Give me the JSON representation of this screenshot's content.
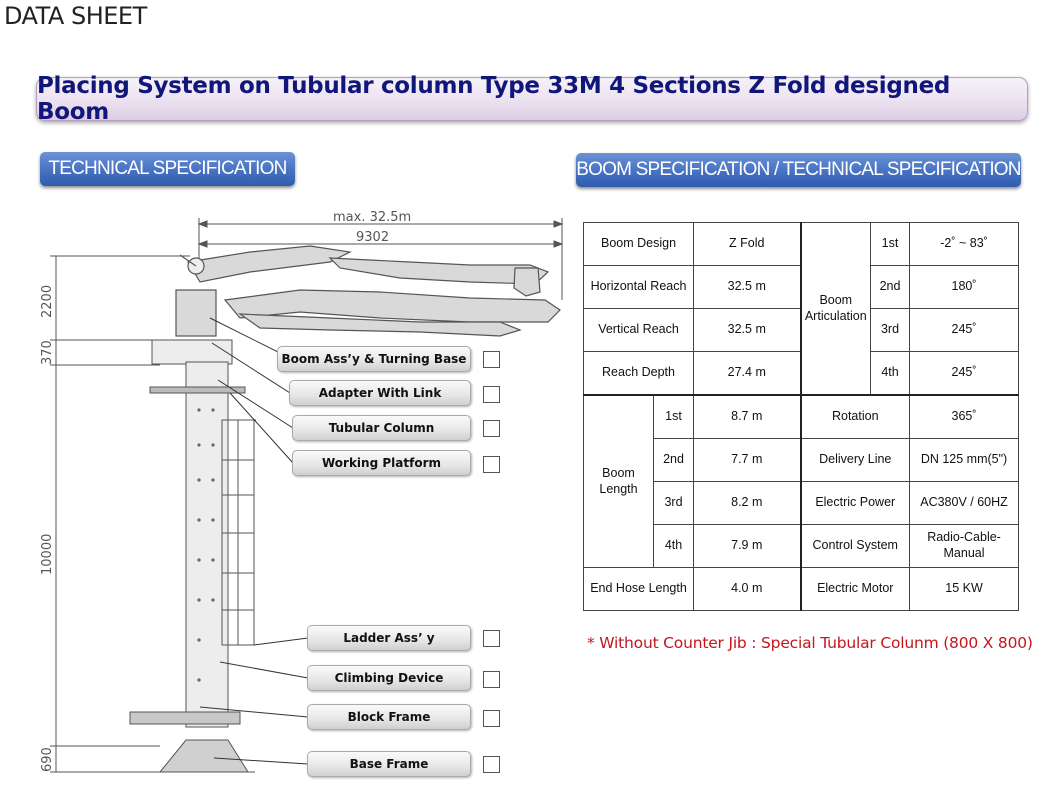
{
  "page_heading": "DATA SHEET",
  "title": "Placing System on Tubular column Type 33M 4 Sections Z Fold designed Boom",
  "tabs": {
    "technical": "TECHNICAL SPECIFICATION",
    "boom": "BOOM SPECIFICATION / TECHNICAL SPECIFICATION"
  },
  "drawing": {
    "dims": {
      "max_reach": "max. 32.5m",
      "width": "9302",
      "h_top": "2200",
      "h_turn": "370",
      "h_column": "10000",
      "h_base": "690"
    },
    "labels": [
      "Boom Ass’y & Turning Base",
      "Adapter With Link",
      "Tubular Column",
      "Working Platform",
      "Ladder Ass’ y",
      "Climbing Device",
      "Block Frame",
      "Base Frame"
    ]
  },
  "table": {
    "left": [
      {
        "label": "Boom Design",
        "value": "Z Fold"
      },
      {
        "label": "Horizontal Reach",
        "value": "32.5 m"
      },
      {
        "label": "Vertical Reach",
        "value": "32.5 m"
      },
      {
        "label": "Reach Depth",
        "value": "27.4 m"
      }
    ],
    "boom_articulation": {
      "label": "Boom Articulation",
      "rows": [
        {
          "section": "1st",
          "value": "-2˚ ~ 83˚"
        },
        {
          "section": "2nd",
          "value": "180˚"
        },
        {
          "section": "3rd",
          "value": "245˚"
        },
        {
          "section": "4th",
          "value": "245˚"
        }
      ]
    },
    "boom_length": {
      "label": "Boom Length",
      "rows": [
        {
          "section": "1st",
          "value": "8.7 m"
        },
        {
          "section": "2nd",
          "value": "7.7 m"
        },
        {
          "section": "3rd",
          "value": "8.2 m"
        },
        {
          "section": "4th",
          "value": "7.9 m"
        }
      ]
    },
    "right": [
      {
        "label": "Rotation",
        "value": "365˚"
      },
      {
        "label": "Delivery Line",
        "value": "DN 125 mm(5\")"
      },
      {
        "label": "Electric Power",
        "value": "AC380V / 60HZ"
      },
      {
        "label": "Control System",
        "value": "Radio-Cable-Manual"
      },
      {
        "label": "Electric Motor",
        "value": "15 KW"
      }
    ],
    "end_hose": {
      "label": "End Hose Length",
      "value": "4.0 m"
    }
  },
  "footnote": "* Without Counter Jib : Special Tubular Colunm (800 X 800)"
}
